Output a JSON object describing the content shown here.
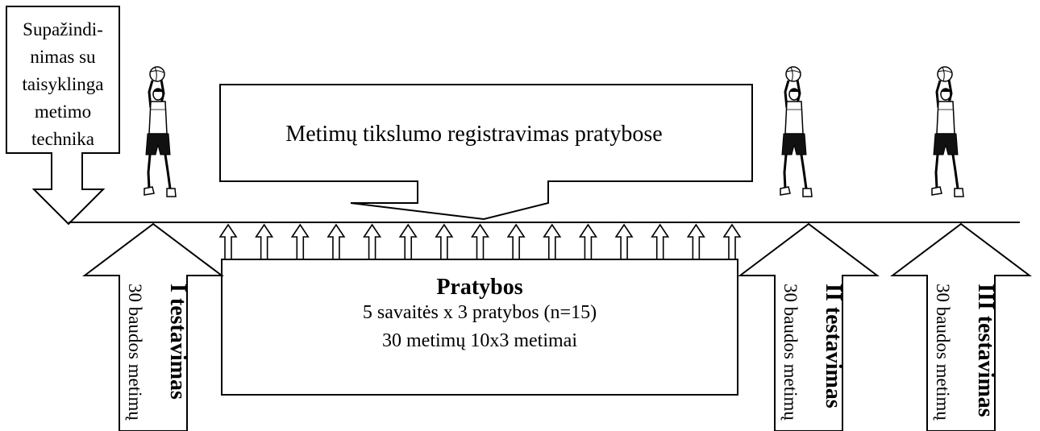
{
  "intro": {
    "lines": [
      "Supažindi-",
      "nimas su",
      "taisyklinga",
      "metimo",
      "technika"
    ]
  },
  "callout": {
    "text": "Metimų tikslumo registravimas pratybose"
  },
  "practice_box": {
    "title": "Pratybos",
    "line1": "5 savaitės x 3 pratybos  (n=15)",
    "line2": "30 metimų 10x3 metimai"
  },
  "tests": [
    {
      "title": "I testavimas",
      "subtitle": "30 baudos metimų"
    },
    {
      "title": "II testavimas",
      "subtitle": "30 baudos metimų"
    },
    {
      "title": "III testavimas",
      "subtitle": "30 baudos metimų"
    }
  ],
  "session_arrow_count": 15,
  "icons": {
    "player": "basketball-player-shooting-icon",
    "session": "small-up-arrow-icon"
  }
}
